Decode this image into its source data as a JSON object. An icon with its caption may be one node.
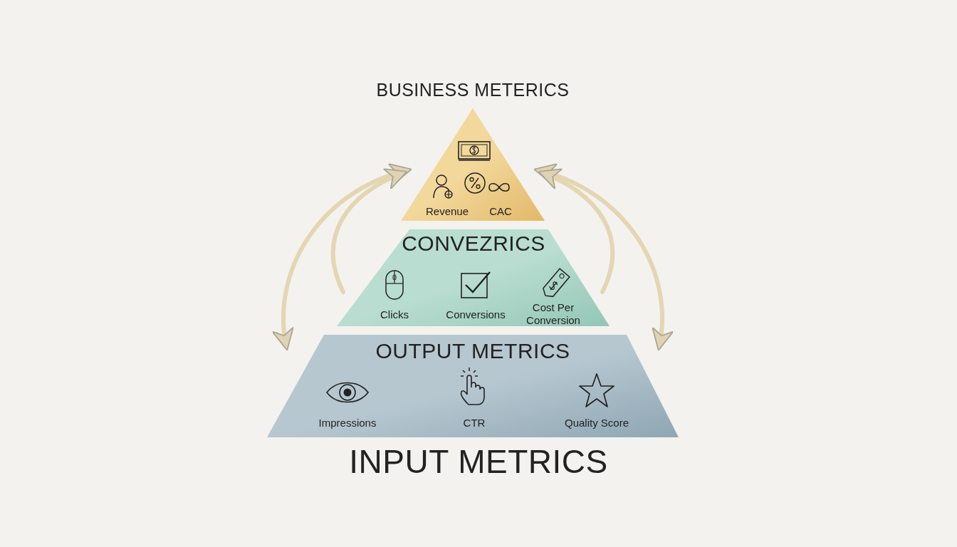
{
  "diagram": {
    "nodes": [
      {
        "text": [
          "BUSINESS METERICS"
        ]
      },
      {
        "text": [
          "Revenue"
        ],
        "in": 0
      },
      {
        "text": [
          "CAC"
        ],
        "in": 0
      },
      {
        "text": [
          "CONVEZRICS"
        ]
      },
      {
        "text": [
          "Clicks"
        ],
        "in": 3
      },
      {
        "text": [
          "Conversions"
        ],
        "in": 3
      },
      {
        "text": [
          "Cost Per Conversion"
        ],
        "in": 3
      },
      {
        "text": [
          "OUTPUT METRICS"
        ]
      },
      {
        "text": [
          "Impressions"
        ],
        "in": 7
      },
      {
        "text": [
          "CTR"
        ],
        "in": 7
      },
      {
        "text": [
          "Quality Score"
        ],
        "in": 7
      }
    ],
    "edges": [
      {
        "from": 7,
        "to": 0,
        "arrow": "both"
      },
      {
        "from": 3,
        "to": 0,
        "arrow": "to"
      },
      {
        "from": 7,
        "to": 0,
        "arrow": "both"
      },
      {
        "from": 3,
        "to": 0,
        "arrow": "to"
      }
    ],
    "labels": [
      "INPUT METRICS"
    ]
  }
}
